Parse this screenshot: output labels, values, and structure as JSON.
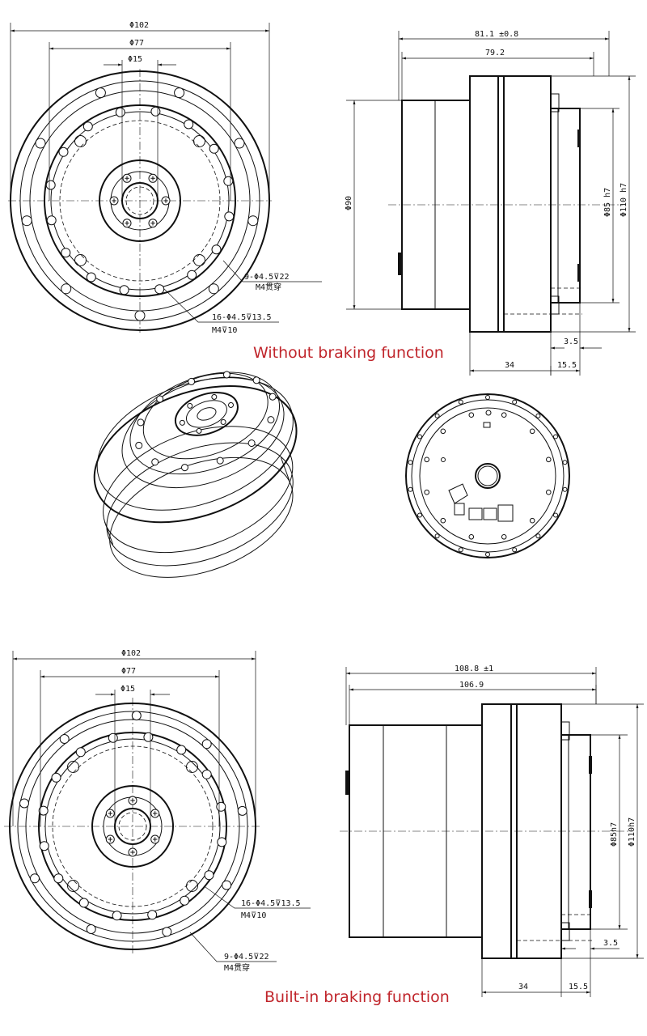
{
  "captions": {
    "top": "Without braking function",
    "bottom": "Built-in braking function"
  },
  "top_front": {
    "d_outer": "Φ102",
    "d_mid": "Φ77",
    "d_bore": "Φ15",
    "callout_a": "9-Φ4.5⊽22",
    "callout_a2": "M4贯穿",
    "callout_b": "16-Φ4.5⊽13.5",
    "callout_b2": "M4⊽10"
  },
  "top_side": {
    "len_total": "81.1 ±0.8",
    "len_body": "79.2",
    "dia_body": "Φ90",
    "dia_spigot": "Φ85 h7",
    "dia_flange": "Φ110 h7",
    "step": "3.5",
    "len_a": "34",
    "len_b": "15.5"
  },
  "bottom_front": {
    "d_outer": "Φ102",
    "d_mid": "Φ77",
    "d_bore": "Φ15",
    "callout_b": "16-Φ4.5⊽13.5",
    "callout_b2": "M4⊽10",
    "callout_a": "9-Φ4.5⊽22",
    "callout_a2": "M4贯穿"
  },
  "bottom_side": {
    "len_total": "108.8 ±1",
    "len_body": "106.9",
    "dia_spigot": "Φ85h7",
    "dia_flange": "Φ110h7",
    "step": "3.5",
    "len_a": "34",
    "len_b": "15.5"
  }
}
